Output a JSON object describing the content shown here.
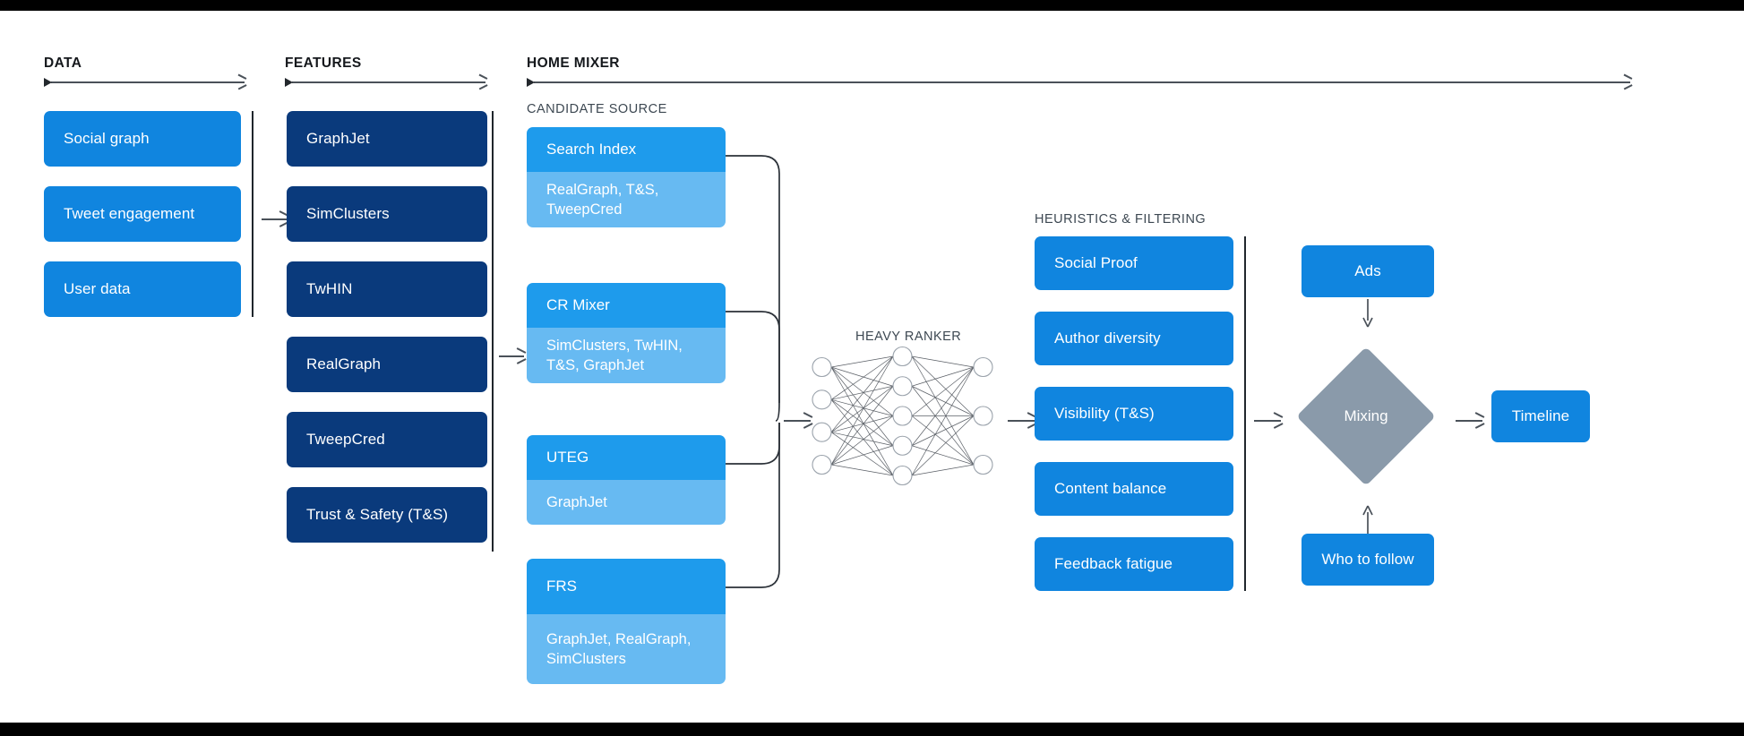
{
  "sections": {
    "data": {
      "label": "DATA"
    },
    "features": {
      "label": "FEATURES"
    },
    "home_mixer": {
      "label": "HOME MIXER"
    },
    "candidate_source": {
      "label": "CANDIDATE SOURCE"
    },
    "heavy_ranker": {
      "label": "HEAVY RANKER"
    },
    "heuristics": {
      "label": "HEURISTICS & FILTERING"
    }
  },
  "data_column": {
    "items": [
      {
        "label": "Social graph"
      },
      {
        "label": "Tweet engagement"
      },
      {
        "label": "User data"
      }
    ]
  },
  "features_column": {
    "items": [
      {
        "label": "GraphJet"
      },
      {
        "label": "SimClusters"
      },
      {
        "label": "TwHIN"
      },
      {
        "label": "RealGraph"
      },
      {
        "label": "TweepCred"
      },
      {
        "label": "Trust & Safety (T&S)"
      }
    ]
  },
  "candidate_sources": {
    "items": [
      {
        "title": "Search Index",
        "features": "RealGraph, T&S, TweepCred"
      },
      {
        "title": "CR Mixer",
        "features": "SimClusters, TwHIN, T&S, GraphJet"
      },
      {
        "title": "UTEG",
        "features": "GraphJet"
      },
      {
        "title": "FRS",
        "features": "GraphJet, RealGraph, SimClusters"
      }
    ]
  },
  "heuristics_column": {
    "items": [
      {
        "label": "Social Proof"
      },
      {
        "label": "Author diversity"
      },
      {
        "label": "Visibility (T&S)"
      },
      {
        "label": "Content balance"
      },
      {
        "label": "Feedback fatigue"
      }
    ]
  },
  "output_stage": {
    "ads": {
      "label": "Ads"
    },
    "mixing": {
      "label": "Mixing"
    },
    "who_to_follow": {
      "label": "Who to follow"
    },
    "timeline": {
      "label": "Timeline"
    }
  },
  "neural_network": {
    "input_nodes": 4,
    "hidden_nodes": 5,
    "output_nodes": 3
  },
  "colors": {
    "blue": "#1085DF",
    "navy": "#0A3A7C",
    "candidate_head": "#1E9BEC",
    "candidate_body": "#67BAF2",
    "diamond": "#8A9AAA",
    "line": "#4a5159",
    "background": "#FFFFFF",
    "letterbox": "#000000"
  }
}
